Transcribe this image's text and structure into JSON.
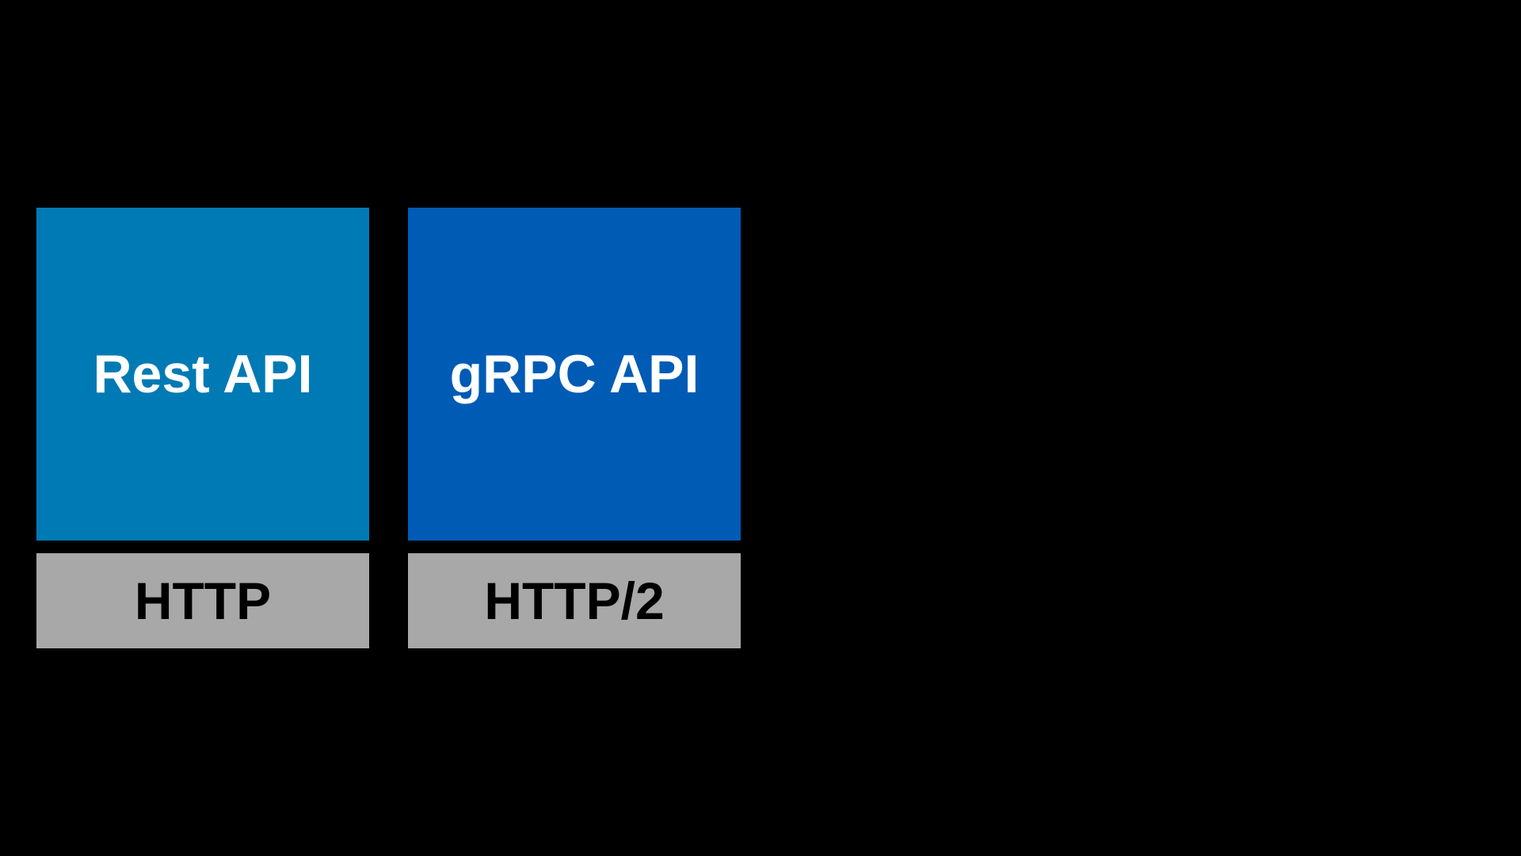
{
  "colors": {
    "background": "#000000",
    "rest_api": "#007ab4",
    "grpc_api": "#005bb5",
    "protocol": "#a8a8a8"
  },
  "stacks": [
    {
      "api": "Rest API",
      "protocol": "HTTP"
    },
    {
      "api": "gRPC API",
      "protocol": "HTTP/2"
    }
  ]
}
